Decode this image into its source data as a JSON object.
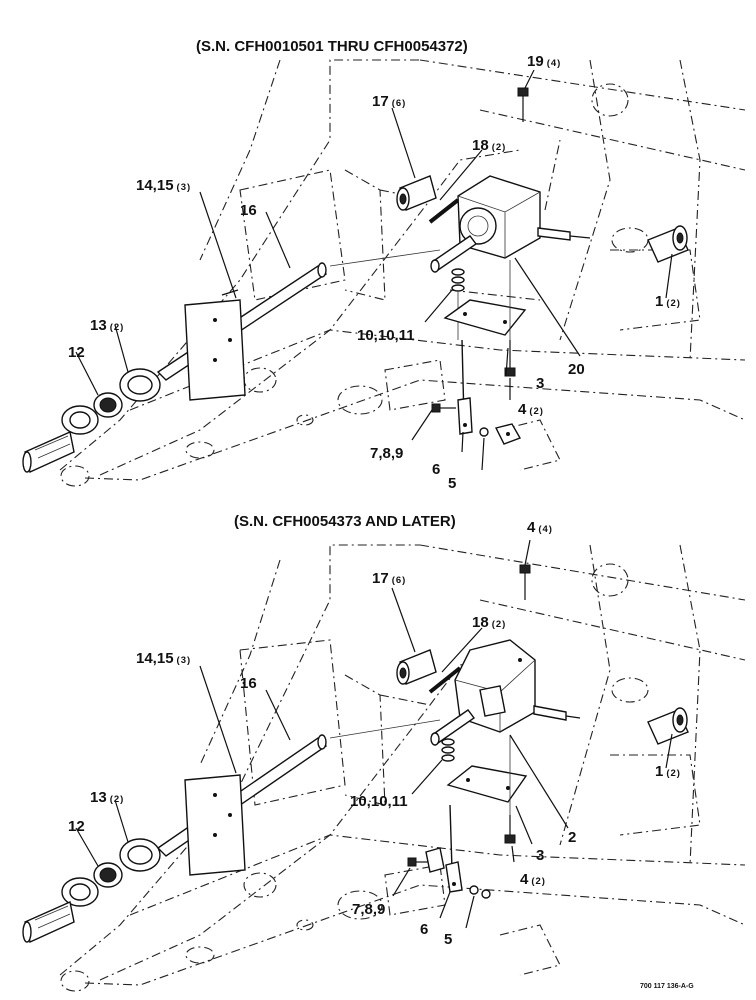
{
  "top_view": {
    "title": "(S.N. CFH0010501 THRU CFH0054372)",
    "callouts": [
      {
        "id": "c19",
        "num": "19",
        "qty": "(4)"
      },
      {
        "id": "c17",
        "num": "17",
        "qty": "(6)"
      },
      {
        "id": "c18",
        "num": "18",
        "qty": "(2)"
      },
      {
        "id": "c1415",
        "num": "14,15",
        "qty": "(3)"
      },
      {
        "id": "c16",
        "num": "16",
        "qty": ""
      },
      {
        "id": "c13",
        "num": "13",
        "qty": "(2)"
      },
      {
        "id": "c12",
        "num": "12",
        "qty": ""
      },
      {
        "id": "c1",
        "num": "1",
        "qty": "(2)"
      },
      {
        "id": "c101011",
        "num": "10,10,11",
        "qty": ""
      },
      {
        "id": "c20",
        "num": "20",
        "qty": ""
      },
      {
        "id": "c3",
        "num": "3",
        "qty": ""
      },
      {
        "id": "c4",
        "num": "4",
        "qty": "(2)"
      },
      {
        "id": "c789",
        "num": "7,8,9",
        "qty": ""
      },
      {
        "id": "c6",
        "num": "6",
        "qty": ""
      },
      {
        "id": "c5",
        "num": "5",
        "qty": ""
      }
    ]
  },
  "bottom_view": {
    "title": "(S.N. CFH0054373 AND LATER)",
    "callouts": [
      {
        "id": "c4top",
        "num": "4",
        "qty": "(4)"
      },
      {
        "id": "c17",
        "num": "17",
        "qty": "(6)"
      },
      {
        "id": "c18",
        "num": "18",
        "qty": "(2)"
      },
      {
        "id": "c1415",
        "num": "14,15",
        "qty": "(3)"
      },
      {
        "id": "c16",
        "num": "16",
        "qty": ""
      },
      {
        "id": "c13",
        "num": "13",
        "qty": "(2)"
      },
      {
        "id": "c12",
        "num": "12",
        "qty": ""
      },
      {
        "id": "c1",
        "num": "1",
        "qty": "(2)"
      },
      {
        "id": "c101011",
        "num": "10,10,11",
        "qty": ""
      },
      {
        "id": "c2",
        "num": "2",
        "qty": ""
      },
      {
        "id": "c3",
        "num": "3",
        "qty": ""
      },
      {
        "id": "c4",
        "num": "4",
        "qty": "(2)"
      },
      {
        "id": "c789",
        "num": "7,8,9",
        "qty": ""
      },
      {
        "id": "c6",
        "num": "6",
        "qty": ""
      },
      {
        "id": "c5",
        "num": "5",
        "qty": ""
      }
    ]
  },
  "figure_ref": "700 117 136-A-G"
}
